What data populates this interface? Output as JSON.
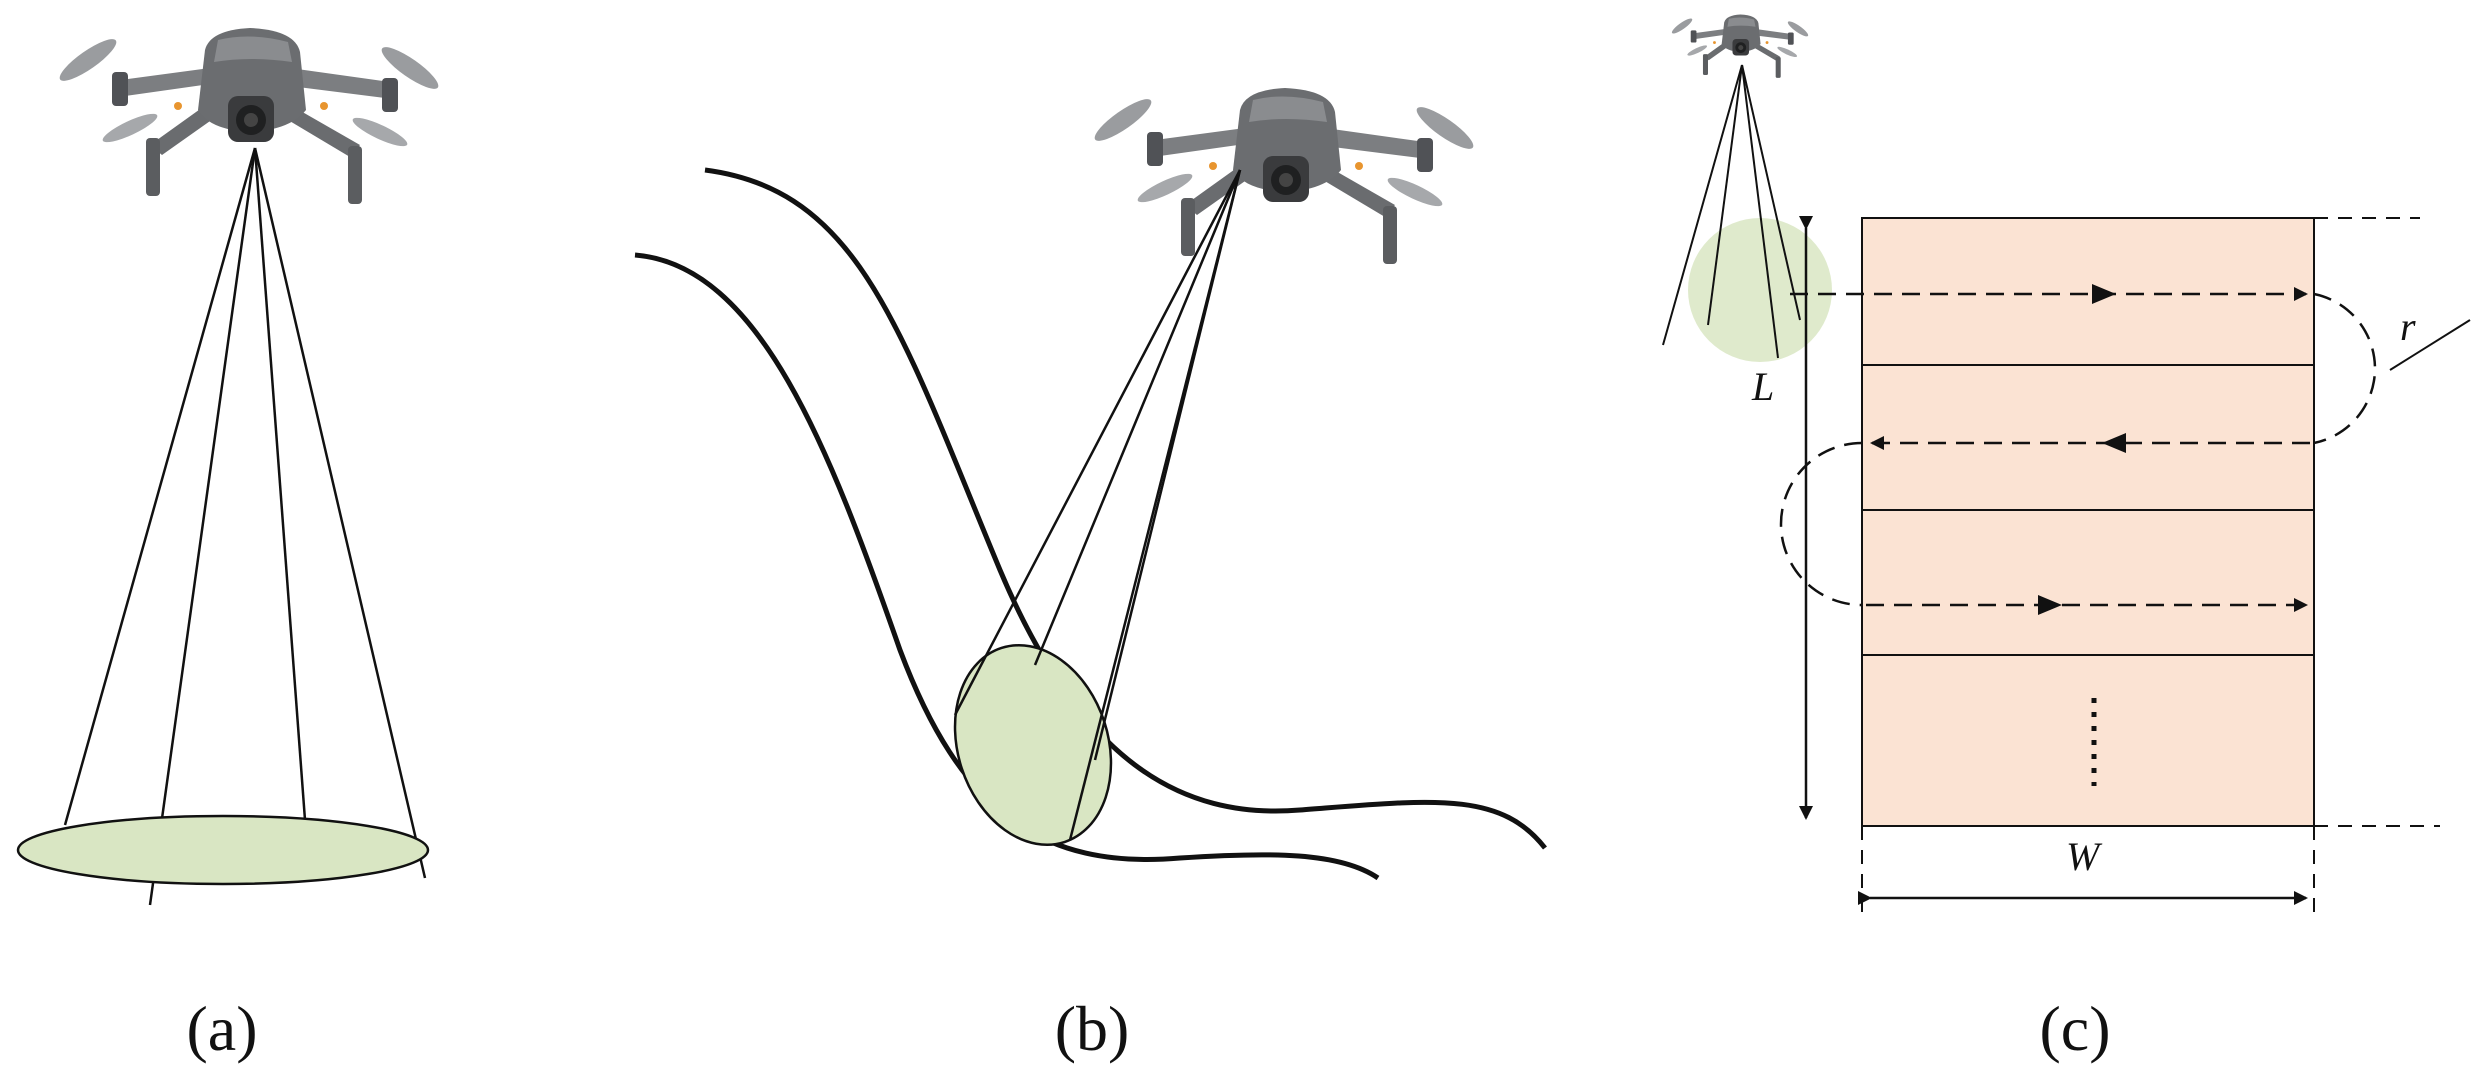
{
  "panels": [
    {
      "id": "a",
      "caption": "(a)"
    },
    {
      "id": "b",
      "caption": "(b)"
    },
    {
      "id": "c",
      "caption": "(c)"
    }
  ],
  "variables": {
    "length": "L",
    "width": "W",
    "radius": "r"
  },
  "colors": {
    "footprint_fill": "#d9e6c3",
    "area_fill": "#fbe3d3",
    "line": "#111111",
    "drone_body": "#6b6d70",
    "drone_dark": "#3a3b3d",
    "accent": "#e8952f"
  },
  "icons": [
    "drone-icon"
  ]
}
